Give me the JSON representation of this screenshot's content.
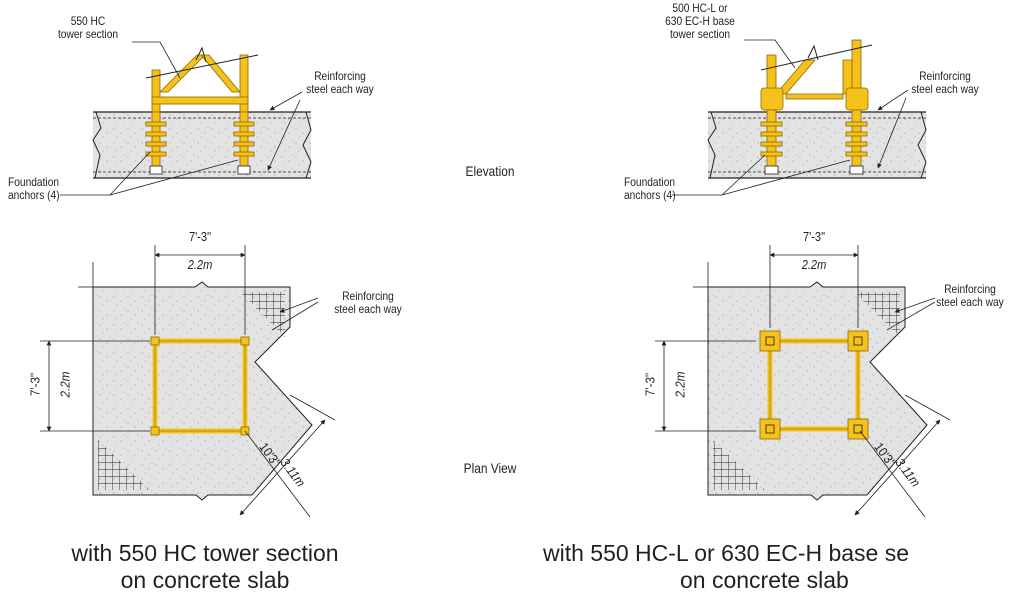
{
  "views": {
    "elevation": "Elevation",
    "plan": "Plan View"
  },
  "left": {
    "tower_label_1": "550 HC",
    "tower_label_2": "tower section",
    "rebar_label_1": "Reinforcing",
    "rebar_label_2": "steel each way",
    "anchor_label_1": "Foundation",
    "anchor_label_2": "anchors (4)",
    "plan_dim_ft": "7'-3\"",
    "plan_dim_m": "2.2m",
    "side_dim_ft": "7'-3\"",
    "side_dim_m": "2.2m",
    "diag_dim_ft": "10'3\"",
    "diag_dim_m": "3.11m",
    "plan_rebar_1": "Reinforcing",
    "plan_rebar_2": "steel each way",
    "caption_1": "with 550 HC tower section",
    "caption_2": "on concrete slab"
  },
  "right": {
    "tower_label_1": "500 HC-L or",
    "tower_label_2": "630 EC-H base",
    "tower_label_3": "tower section",
    "rebar_label_1": "Reinforcing",
    "rebar_label_2": "steel each way",
    "anchor_label_1": "Foundation",
    "anchor_label_2": "anchors (4)",
    "plan_dim_ft": "7'-3\"",
    "plan_dim_m": "2.2m",
    "side_dim_ft": "7'-3\"",
    "side_dim_m": "2.2m",
    "diag_dim_ft": "10'3\"",
    "diag_dim_m": "3.11m",
    "plan_rebar_1": "Reinforcing",
    "plan_rebar_2": "steel each way",
    "caption_1": "with 550 HC-L or 630 EC-H base se",
    "caption_2": "on concrete slab"
  },
  "colors": {
    "steel": "#f5c21b",
    "steel_outline": "#8a6a00",
    "concrete": "#e3e3e3",
    "line": "#231f20"
  }
}
